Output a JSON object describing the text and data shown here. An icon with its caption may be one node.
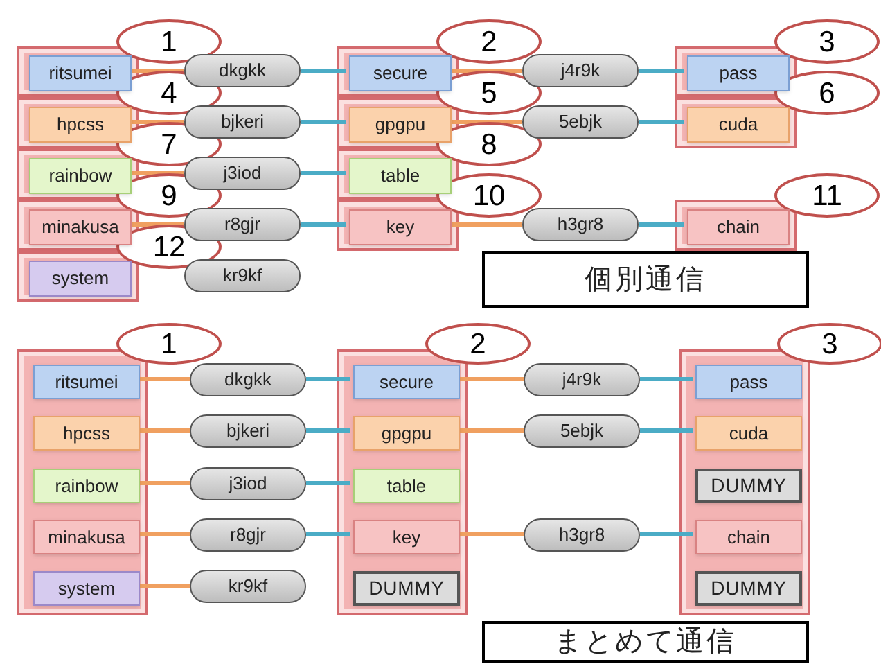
{
  "diagram": {
    "nodes": [
      {
        "text": [
          "1"
        ]
      },
      {
        "text": [
          "ritsumei"
        ],
        "in": 0
      },
      {
        "text": [
          "dkgkk"
        ]
      },
      {
        "text": [
          "2"
        ]
      },
      {
        "text": [
          "secure"
        ],
        "in": 3
      },
      {
        "text": [
          "j4r9k"
        ]
      },
      {
        "text": [
          "3"
        ]
      },
      {
        "text": [
          "pass"
        ],
        "in": 6
      },
      {
        "text": [
          "4"
        ]
      },
      {
        "text": [
          "hpcss"
        ],
        "in": 8
      },
      {
        "text": [
          "bjkeri"
        ]
      },
      {
        "text": [
          "5"
        ]
      },
      {
        "text": [
          "gpgpu"
        ],
        "in": 11
      },
      {
        "text": [
          "5ebjk"
        ]
      },
      {
        "text": [
          "6"
        ]
      },
      {
        "text": [
          "cuda"
        ],
        "in": 14
      },
      {
        "text": [
          "7"
        ]
      },
      {
        "text": [
          "rainbow"
        ],
        "in": 16
      },
      {
        "text": [
          "j3iod"
        ]
      },
      {
        "text": [
          "8"
        ]
      },
      {
        "text": [
          "table"
        ],
        "in": 19
      },
      {
        "text": [
          "9"
        ]
      },
      {
        "text": [
          "minakusa"
        ],
        "in": 21
      },
      {
        "text": [
          "r8gjr"
        ]
      },
      {
        "text": [
          "10"
        ]
      },
      {
        "text": [
          "key"
        ],
        "in": 24
      },
      {
        "text": [
          "h3gr8"
        ]
      },
      {
        "text": [
          "11"
        ]
      },
      {
        "text": [
          "chain"
        ],
        "in": 27
      },
      {
        "text": [
          "12"
        ]
      },
      {
        "text": [
          "system"
        ],
        "in": 29
      },
      {
        "text": [
          "kr9kf"
        ]
      },
      {
        "text": [
          "個別通信"
        ]
      },
      {
        "text": [
          "1"
        ]
      },
      {
        "text": [
          "ritsumei"
        ],
        "in": 33
      },
      {
        "text": [
          "hpcss"
        ],
        "in": 33
      },
      {
        "text": [
          "rainbow"
        ],
        "in": 33
      },
      {
        "text": [
          "minakusa"
        ],
        "in": 33
      },
      {
        "text": [
          "system"
        ],
        "in": 33
      },
      {
        "text": [
          "dkgkk"
        ]
      },
      {
        "text": [
          "bjkeri"
        ]
      },
      {
        "text": [
          "j3iod"
        ]
      },
      {
        "text": [
          "r8gjr"
        ]
      },
      {
        "text": [
          "kr9kf"
        ]
      },
      {
        "text": [
          "2"
        ]
      },
      {
        "text": [
          "secure"
        ],
        "in": 44
      },
      {
        "text": [
          "gpgpu"
        ],
        "in": 44
      },
      {
        "text": [
          "table"
        ],
        "in": 44
      },
      {
        "text": [
          "key"
        ],
        "in": 44
      },
      {
        "text": [
          "DUMMY"
        ],
        "in": 44
      },
      {
        "text": [
          "j4r9k"
        ]
      },
      {
        "text": [
          "5ebjk"
        ]
      },
      {
        "text": [
          "h3gr8"
        ]
      },
      {
        "text": [
          "3"
        ]
      },
      {
        "text": [
          "pass"
        ],
        "in": 53
      },
      {
        "text": [
          "cuda"
        ],
        "in": 53
      },
      {
        "text": [
          "DUMMY"
        ],
        "in": 53
      },
      {
        "text": [
          "chain"
        ],
        "in": 53
      },
      {
        "text": [
          "DUMMY"
        ],
        "in": 53
      },
      {
        "text": [
          "まとめて通信"
        ]
      }
    ],
    "edges": [
      {
        "from": 1,
        "to": 2,
        "arrow": "none",
        "color": "#f0a060"
      },
      {
        "from": 2,
        "to": 4,
        "arrow": "none",
        "color": "#4bacc6"
      },
      {
        "from": 4,
        "to": 5,
        "arrow": "none",
        "color": "#f0a060"
      },
      {
        "from": 5,
        "to": 7,
        "arrow": "none",
        "color": "#4bacc6"
      },
      {
        "from": 9,
        "to": 10,
        "arrow": "none",
        "color": "#f0a060"
      },
      {
        "from": 10,
        "to": 12,
        "arrow": "none",
        "color": "#4bacc6"
      },
      {
        "from": 12,
        "to": 13,
        "arrow": "none",
        "color": "#f0a060"
      },
      {
        "from": 13,
        "to": 15,
        "arrow": "none",
        "color": "#4bacc6"
      },
      {
        "from": 17,
        "to": 18,
        "arrow": "none",
        "color": "#f0a060"
      },
      {
        "from": 18,
        "to": 20,
        "arrow": "none",
        "color": "#4bacc6"
      },
      {
        "from": 22,
        "to": 23,
        "arrow": "none",
        "color": "#f0a060"
      },
      {
        "from": 23,
        "to": 25,
        "arrow": "none",
        "color": "#4bacc6"
      },
      {
        "from": 25,
        "to": 26,
        "arrow": "none",
        "color": "#f0a060"
      },
      {
        "from": 26,
        "to": 28,
        "arrow": "none",
        "color": "#4bacc6"
      },
      {
        "from": 34,
        "to": 39,
        "arrow": "none",
        "color": "#f0a060"
      },
      {
        "from": 35,
        "to": 40,
        "arrow": "none",
        "color": "#f0a060"
      },
      {
        "from": 36,
        "to": 41,
        "arrow": "none",
        "color": "#f0a060"
      },
      {
        "from": 37,
        "to": 42,
        "arrow": "none",
        "color": "#f0a060"
      },
      {
        "from": 38,
        "to": 43,
        "arrow": "none",
        "color": "#f0a060"
      },
      {
        "from": 39,
        "to": 45,
        "arrow": "none",
        "color": "#4bacc6"
      },
      {
        "from": 40,
        "to": 46,
        "arrow": "none",
        "color": "#4bacc6"
      },
      {
        "from": 41,
        "to": 47,
        "arrow": "none",
        "color": "#4bacc6"
      },
      {
        "from": 42,
        "to": 48,
        "arrow": "none",
        "color": "#4bacc6"
      },
      {
        "from": 45,
        "to": 50,
        "arrow": "none",
        "color": "#f0a060"
      },
      {
        "from": 46,
        "to": 51,
        "arrow": "none",
        "color": "#f0a060"
      },
      {
        "from": 48,
        "to": 52,
        "arrow": "none",
        "color": "#f0a060"
      },
      {
        "from": 50,
        "to": 54,
        "arrow": "none",
        "color": "#4bacc6"
      },
      {
        "from": 51,
        "to": 55,
        "arrow": "none",
        "color": "#4bacc6"
      },
      {
        "from": 52,
        "to": 57,
        "arrow": "none",
        "color": "#4bacc6"
      }
    ]
  }
}
